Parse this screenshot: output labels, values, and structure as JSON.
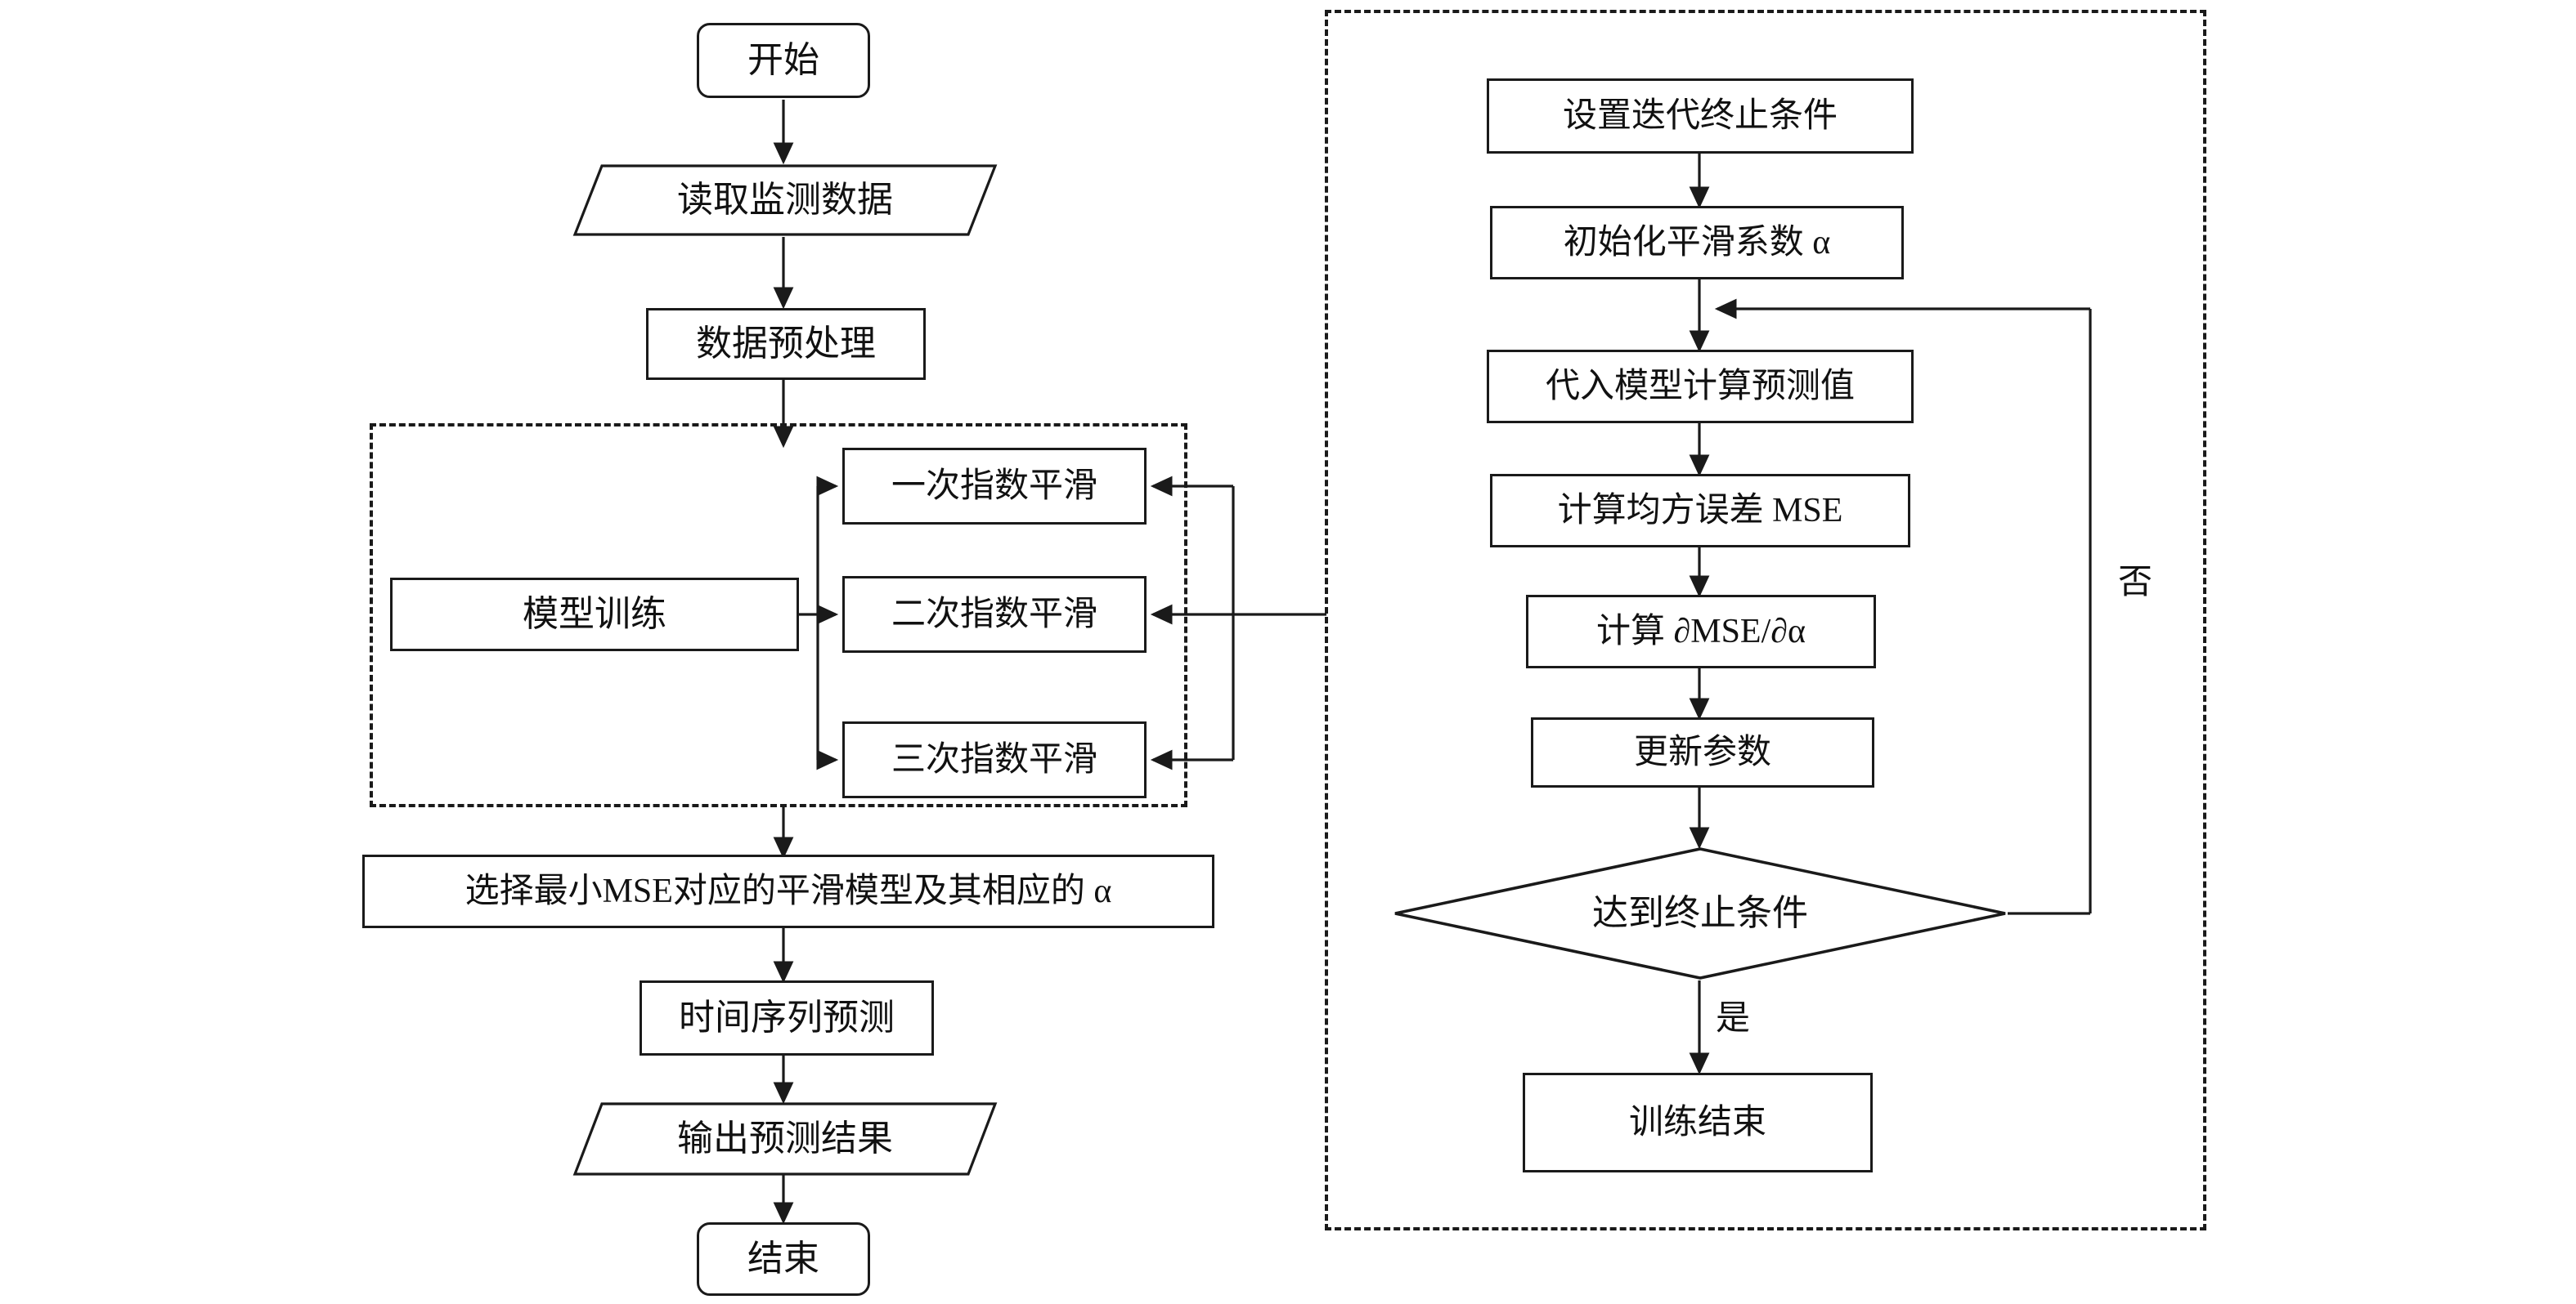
{
  "diagram": {
    "title_present": false,
    "colors": {
      "stroke": "#1a1a1a",
      "fill": "#ffffff",
      "text": "#111111"
    },
    "left_column": {
      "start": "开始",
      "read_data": "读取监测数据",
      "preprocess": "数据预处理",
      "model_training": "模型训练",
      "smoothing": [
        "一次指数平滑",
        "二次指数平滑",
        "三次指数平滑"
      ],
      "select_best": "选择最小MSE对应的平滑模型及其相应的 α",
      "forecast": "时间序列预测",
      "output": "输出预测结果",
      "end": "结束"
    },
    "right_column": {
      "set_stop": "设置迭代终止条件",
      "init_alpha": "初始化平滑系数 α",
      "compute_pred": "代入模型计算预测值",
      "compute_mse": "计算均方误差 MSE",
      "compute_grad": "计算 ∂MSE/∂α",
      "update_params": "更新参数",
      "decision": "达到终止条件",
      "train_end": "训练结束"
    },
    "edge_labels": {
      "yes": "是",
      "no": "否"
    }
  }
}
